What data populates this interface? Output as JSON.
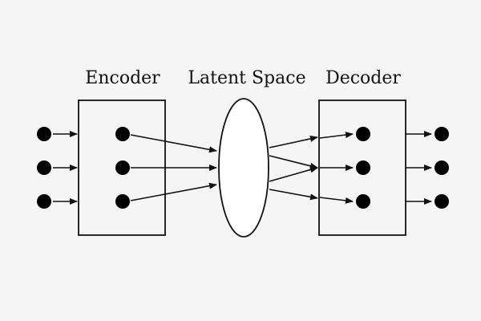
{
  "diagram": {
    "labels": {
      "encoder": "Encoder",
      "latent_space": "Latent Space",
      "decoder": "Decoder"
    },
    "colors": {
      "background": "#f5f5f5",
      "stroke": "#111111",
      "node": "#000000",
      "latent_fill": "#ffffff"
    },
    "structure": {
      "input_nodes": 3,
      "encoder_nodes": 3,
      "decoder_nodes": 3,
      "output_nodes": 3
    }
  }
}
